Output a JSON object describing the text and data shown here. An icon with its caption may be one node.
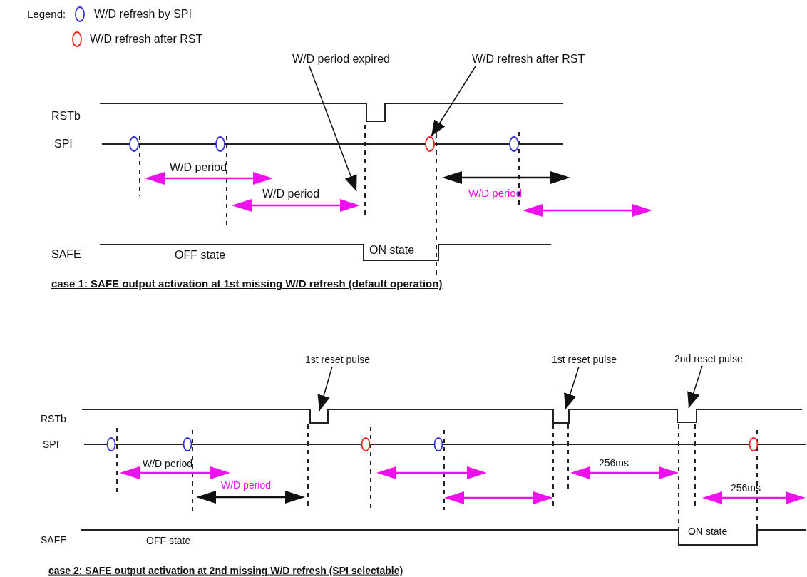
{
  "diagram": {
    "nodes": [
      {
        "text": [
          "W/D period expired"
        ]
      },
      {
        "text": [
          "W/D refresh after RST"
        ]
      },
      {
        "text": [
          "1st reset pulse"
        ]
      },
      {
        "text": [
          "1st reset pulse"
        ]
      },
      {
        "text": [
          "2nd reset pulse"
        ]
      },
      {
        "text": [],
        "shape": "circle"
      }
    ],
    "edges": [
      {
        "from": 0,
        "to": null,
        "arrow": "to"
      },
      {
        "from": 1,
        "to": 5,
        "arrow": "to"
      },
      {
        "from": 2,
        "to": null,
        "arrow": "to"
      },
      {
        "from": 3,
        "to": null,
        "arrow": "to"
      },
      {
        "from": 4,
        "to": null,
        "arrow": "to"
      }
    ],
    "labels": [
      "Legend:",
      "RSTb",
      "SPI",
      "W/D period",
      "W/D period",
      "W/D period",
      "SAFE",
      "OFF state",
      "ON state",
      "case 1: SAFE output activation at 1st missing W/D refresh (default operation)",
      "RSTb",
      "SPI",
      "W/D period",
      "W/D period",
      "256ms",
      "256ms",
      "SAFE",
      "OFF state",
      "ON state",
      "case 2: SAFE output activation at 2nd missing W/D refresh (SPI selectable)"
    ],
    "legend": [
      {
        "text": "W/D refresh by SPI",
        "color": "#3333dd"
      },
      {
        "text": "W/D refresh after RST",
        "color": "#ee2222"
      }
    ]
  }
}
